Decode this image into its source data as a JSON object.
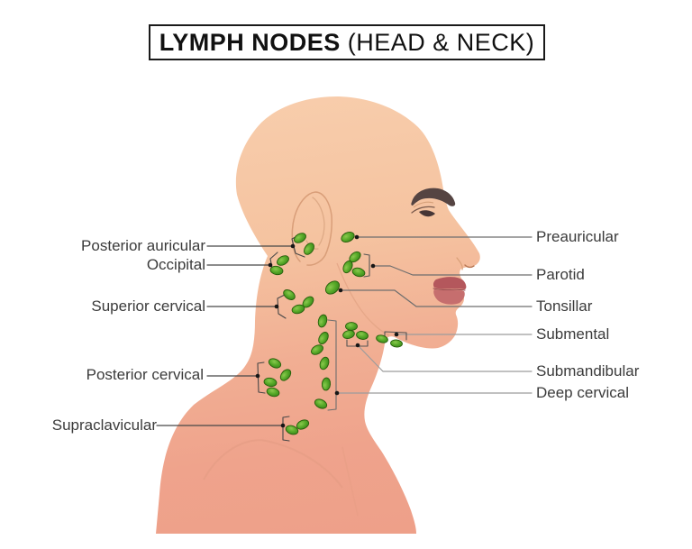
{
  "title": {
    "bold": "LYMPH NODES",
    "regular": " (HEAD & NECK)"
  },
  "labels": {
    "left": [
      {
        "text": "Posterior auricular",
        "node_count": 2
      },
      {
        "text": "Occipital",
        "node_count": 2
      },
      {
        "text": "Superior cervical",
        "node_count": 3
      },
      {
        "text": "Posterior cervical",
        "node_count": 4
      },
      {
        "text": "Supraclavicular",
        "node_count": 2
      }
    ],
    "right": [
      {
        "text": "Preauricular",
        "node_count": 1
      },
      {
        "text": "Parotid",
        "node_count": 3
      },
      {
        "text": "Tonsillar",
        "node_count": 1
      },
      {
        "text": "Submental",
        "node_count": 2
      },
      {
        "text": "Submandibular",
        "node_count": 3
      },
      {
        "text": "Deep cervical",
        "node_count": 6
      }
    ]
  },
  "colors": {
    "background": "#ffffff",
    "skin_light": "#f8cead",
    "skin_dark": "#eea089",
    "node_green": "#57a928",
    "node_border": "#275e0a",
    "lip_upper": "#b4575c",
    "lip_lower": "#c66e6e",
    "eyebrow": "#554442",
    "label_text": "#3b3b3b",
    "connector_dark": "#474747",
    "connector_mid": "#6e6e6e",
    "connector_light": "#9c9c9c",
    "title_border": "#1a1a1a"
  }
}
